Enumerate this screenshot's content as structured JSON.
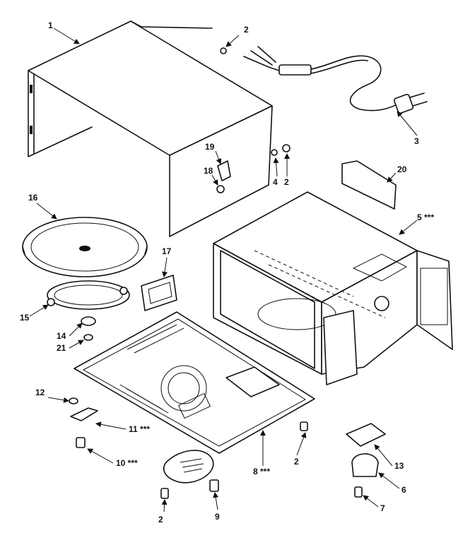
{
  "callouts": {
    "c1": "1",
    "c2a": "2",
    "c2b": "2",
    "c2c": "2",
    "c2d": "2",
    "c3": "3",
    "c4": "4",
    "c5": "5 ***",
    "c6": "6",
    "c7": "7",
    "c8": "8 ***",
    "c9": "9",
    "c10": "10 ***",
    "c11": "11 ***",
    "c12": "12",
    "c13": "13",
    "c14": "14",
    "c15": "15",
    "c16": "16",
    "c17": "17",
    "c18": "18",
    "c19": "19",
    "c20": "20",
    "c21": "21"
  }
}
